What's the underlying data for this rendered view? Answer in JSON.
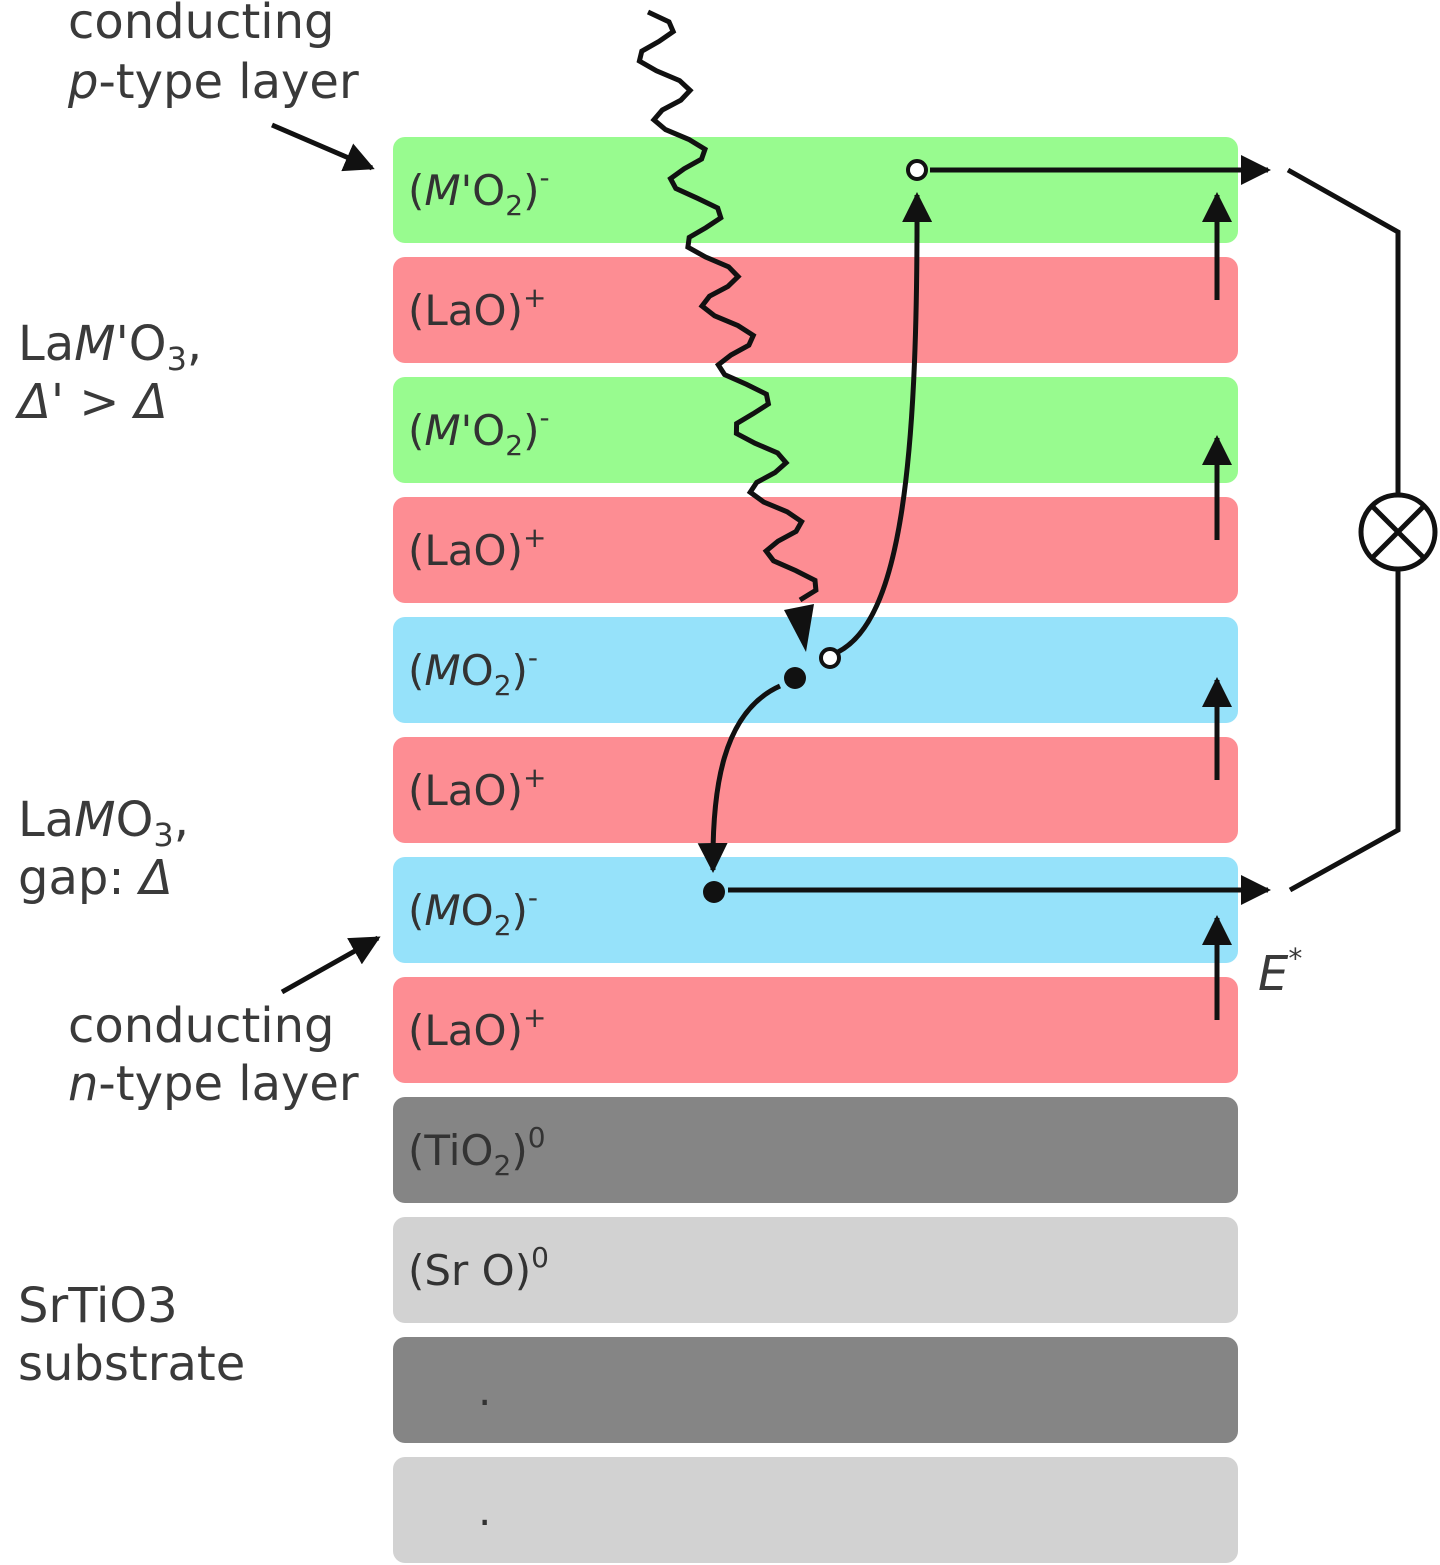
{
  "labels": {
    "p_layer": {
      "line1": "conducting",
      "line2_italic": "p",
      "line2_rest": "-type layer"
    },
    "n_layer": {
      "line1": "conducting",
      "line2_italic": "n",
      "line2_rest": "-type layer"
    },
    "lamprime": {
      "la": "La",
      "m": "M",
      "rest": "'O",
      "sub": "3",
      "comma": ",",
      "line2": "Δ' > Δ"
    },
    "lam": {
      "la": "La",
      "m": "M",
      "rest": "O",
      "sub": "3",
      "comma": ",",
      "gap": "gap: ",
      "delta": "Δ"
    },
    "substrate": {
      "line1": "SrTiO",
      "sub": "3",
      "line2": "substrate"
    },
    "field": {
      "e": "E",
      "sup": "*"
    }
  },
  "layers": [
    {
      "kind": "mprime",
      "color": "#98fb8f",
      "open": "(",
      "m": "M",
      "rest": "'O",
      "sub": "2",
      "close": ")",
      "charge": "-"
    },
    {
      "kind": "lao",
      "color": "#fd8d93",
      "text": "(LaO)",
      "charge": "+"
    },
    {
      "kind": "mprime",
      "color": "#98fb8f",
      "open": "(",
      "m": "M",
      "rest": "'O",
      "sub": "2",
      "close": ")",
      "charge": "-"
    },
    {
      "kind": "lao",
      "color": "#fd8d93",
      "text": "(LaO)",
      "charge": "+"
    },
    {
      "kind": "m",
      "color": "#96e2fa",
      "open": "(",
      "m": "M",
      "rest": "O",
      "sub": "2",
      "close": ")",
      "charge": "-"
    },
    {
      "kind": "lao",
      "color": "#fd8d93",
      "text": "(LaO)",
      "charge": "+"
    },
    {
      "kind": "m",
      "color": "#96e2fa",
      "open": "(",
      "m": "M",
      "rest": "O",
      "sub": "2",
      "close": ")",
      "charge": "-"
    },
    {
      "kind": "lao",
      "color": "#fd8d93",
      "text": "(LaO)",
      "charge": "+"
    },
    {
      "kind": "tio2",
      "color": "#858585",
      "open": "(TiO",
      "sub": "2",
      "close": ")",
      "charge": "0"
    },
    {
      "kind": "sro",
      "color": "#d2d2d2",
      "text": "(Sr O)",
      "charge": "0"
    },
    {
      "kind": "dot",
      "color": "#858585",
      "dot": "."
    },
    {
      "kind": "dot",
      "color": "#d2d2d2",
      "dot": "."
    }
  ],
  "symbols": {
    "ammeter": "circle-cross-icon"
  }
}
